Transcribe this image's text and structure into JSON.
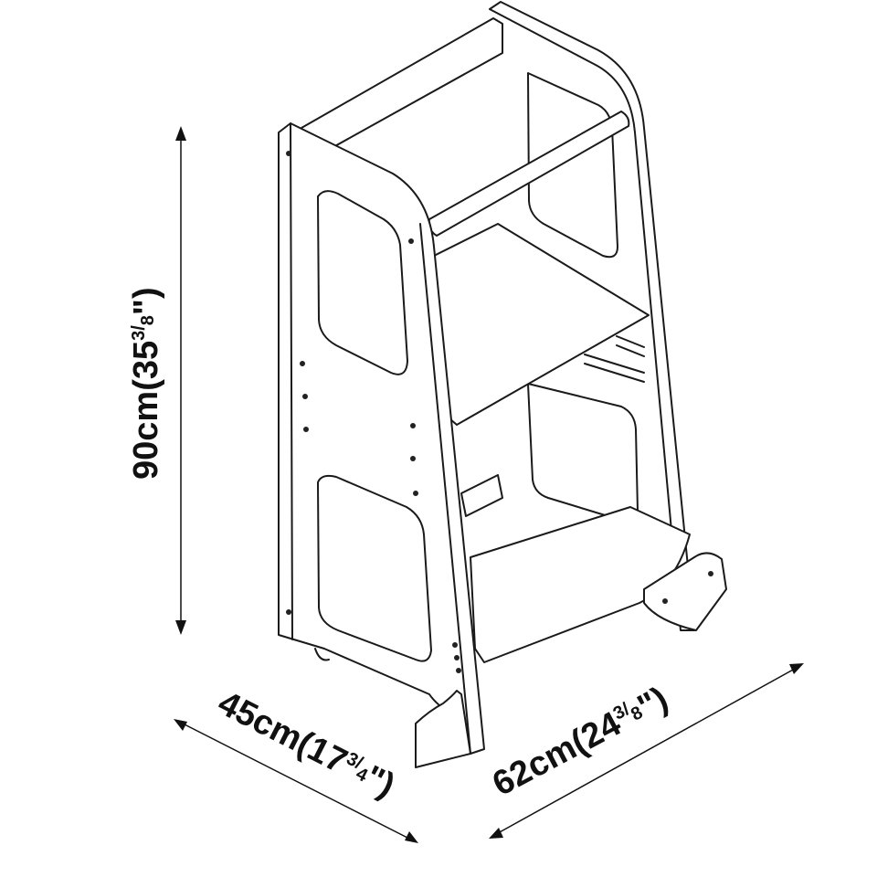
{
  "dimensions": {
    "height": {
      "value": "90cm(35",
      "num": "3",
      "den": "8",
      "close": "\")"
    },
    "depth": {
      "value": "45cm(17",
      "num": "3",
      "den": "4",
      "close": "\")"
    },
    "width": {
      "value": "62cm(24",
      "num": "3",
      "den": "8",
      "close": "\")"
    }
  }
}
